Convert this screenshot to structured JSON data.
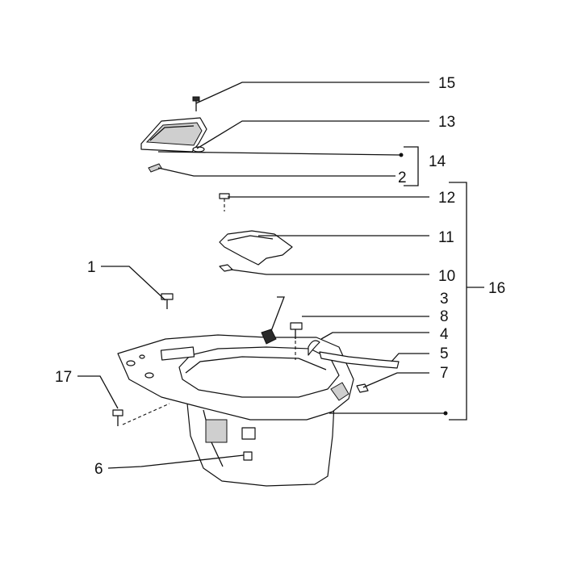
{
  "callouts": {
    "c1": "1",
    "c2": "2",
    "c3": "3",
    "c4": "4",
    "c5": "5",
    "c6": "6",
    "c7": "7",
    "c8": "8",
    "c10": "10",
    "c11": "11",
    "c12": "12",
    "c13": "13",
    "c14": "14",
    "c15": "15",
    "c16": "16",
    "c17": "17"
  },
  "colors": {
    "ink": "#111111",
    "shading": "#cfcfcf",
    "background": "#ffffff"
  }
}
